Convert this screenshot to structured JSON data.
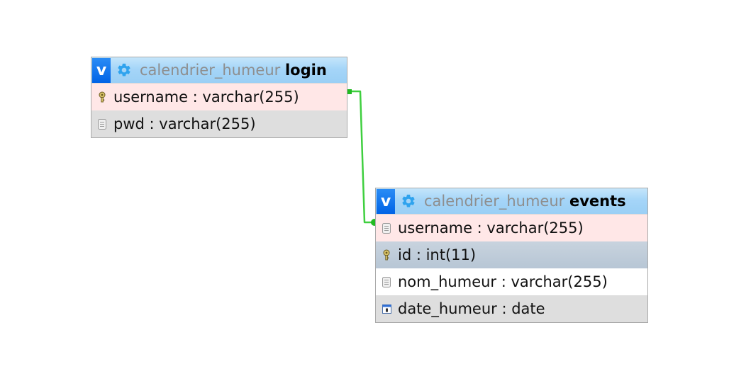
{
  "colors": {
    "header_bg": "#a5d5f8",
    "toggle_blue": "#0063e6",
    "gear_blue": "#2fa3ee",
    "db_name_gray": "#8e8e8e",
    "pk_row_pink": "#ffe7e7",
    "alt_row_gray": "#dedede",
    "selected_row_slate": "#b7c6d5",
    "relation_green": "#3fcf3f"
  },
  "tables": {
    "login": {
      "toggle_label": "v",
      "database": "calendrier_humeur",
      "name": "login",
      "columns": [
        {
          "text": "username : varchar(255)",
          "icon": "primary-key-icon"
        },
        {
          "text": "pwd : varchar(255)",
          "icon": "column-icon"
        }
      ]
    },
    "events": {
      "toggle_label": "v",
      "database": "calendrier_humeur",
      "name": "events",
      "columns": [
        {
          "text": "username : varchar(255)",
          "icon": "column-icon"
        },
        {
          "text": "id : int(11)",
          "icon": "primary-key-icon"
        },
        {
          "text": "nom_humeur : varchar(255)",
          "icon": "column-icon"
        },
        {
          "text": "date_humeur : date",
          "icon": "date-column-icon"
        }
      ]
    }
  },
  "relations": [
    {
      "from": "login.username",
      "to": "events.username"
    }
  ]
}
